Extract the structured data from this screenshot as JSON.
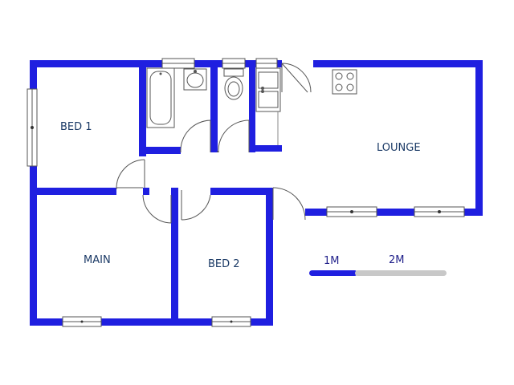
{
  "rooms": {
    "bed1": "BED 1",
    "main": "MAIN",
    "bed2": "BED 2",
    "lounge": "LOUNGE"
  },
  "scale": {
    "mark1": "1M",
    "mark2": "2M"
  },
  "colors": {
    "wall": "#1f1fe0",
    "scale_grey": "#c8c8c8",
    "label": "#1b3a66"
  }
}
